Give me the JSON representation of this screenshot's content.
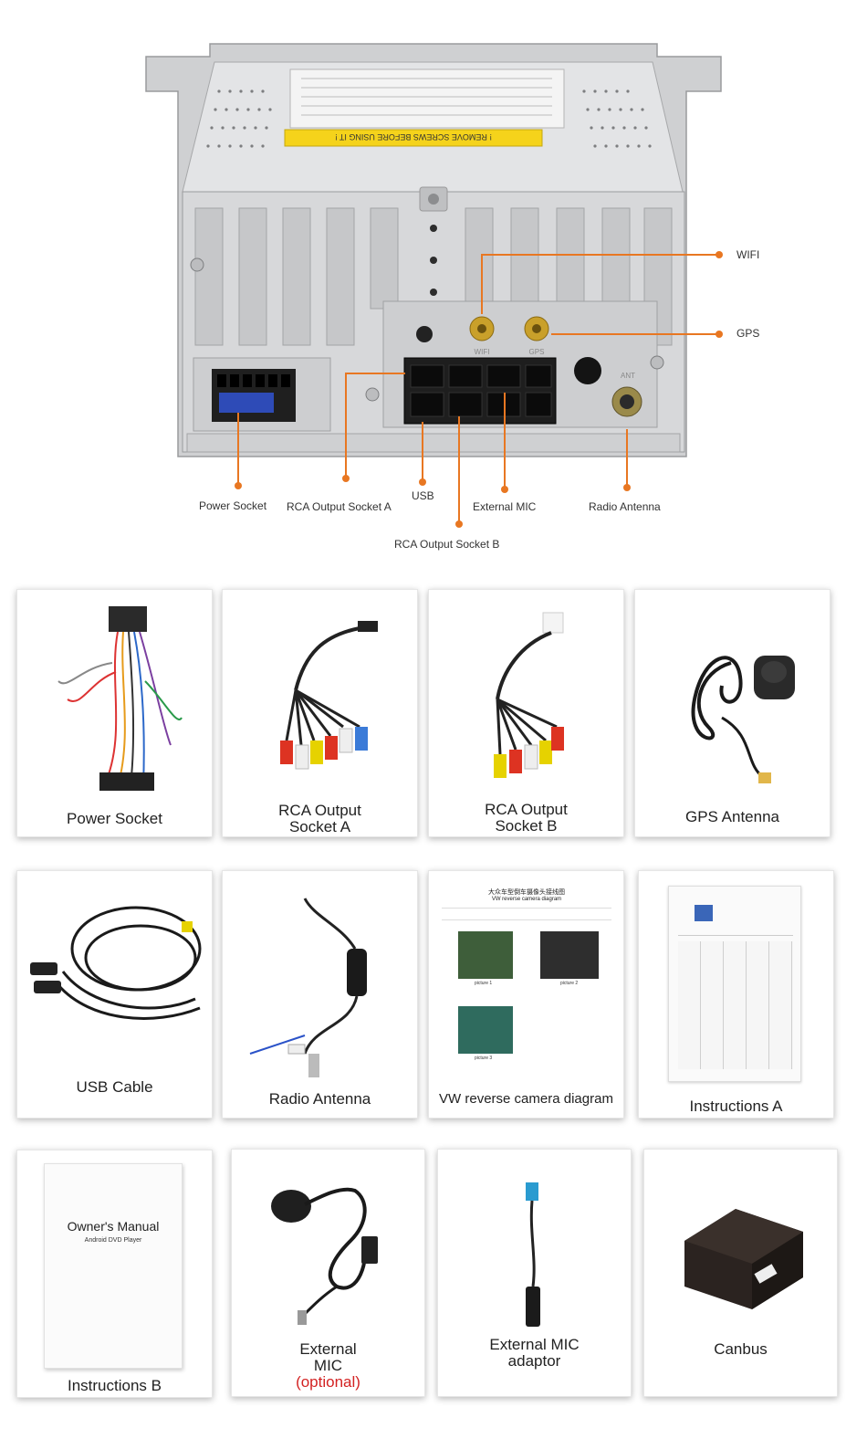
{
  "rear_panel": {
    "sticker_text": "! REMOVE SCREWS BEFORE USING IT !",
    "panel_marks": {
      "wifi": "WIFI",
      "gps": "GPS",
      "ant": "ANT"
    },
    "callouts": {
      "wifi": "WIFI",
      "gps": "GPS",
      "power_socket": "Power Socket",
      "rca_output_socket_a": "RCA Output Socket A",
      "usb": "USB",
      "external_mic": "External MIC",
      "radio_antenna": "Radio Antenna",
      "rca_output_socket_b": "RCA Output Socket B"
    },
    "accent_color": "#e87722"
  },
  "accessories": {
    "power_socket": {
      "label": "Power Socket"
    },
    "rca_a": {
      "line1": "RCA Output",
      "line2": "Socket A"
    },
    "rca_b": {
      "line1": "RCA Output",
      "line2": "Socket B"
    },
    "gps_antenna": {
      "label": "GPS Antenna"
    },
    "usb_cable": {
      "label": "USB Cable"
    },
    "radio_antenna": {
      "label": "Radio Antenna"
    },
    "vw_diagram": {
      "label": "VW reverse camera diagram",
      "doc_title_cn": "大众车型倒车摄像头接线图",
      "doc_title_en": "VW reverse camera diagram",
      "picture1": "picture 1",
      "picture2": "picture 2",
      "picture3": "picture 3"
    },
    "instructions_a": {
      "label": "Instructions A"
    },
    "instructions_b": {
      "label": "Instructions B",
      "manual_title": "Owner's Manual",
      "manual_subtitle": "Android DVD Player"
    },
    "external_mic": {
      "line1": "External",
      "line2": "MIC",
      "note": "(optional)"
    },
    "mic_adaptor": {
      "line1": "External MIC",
      "line2": "adaptor"
    },
    "canbus": {
      "label": "Canbus"
    }
  }
}
